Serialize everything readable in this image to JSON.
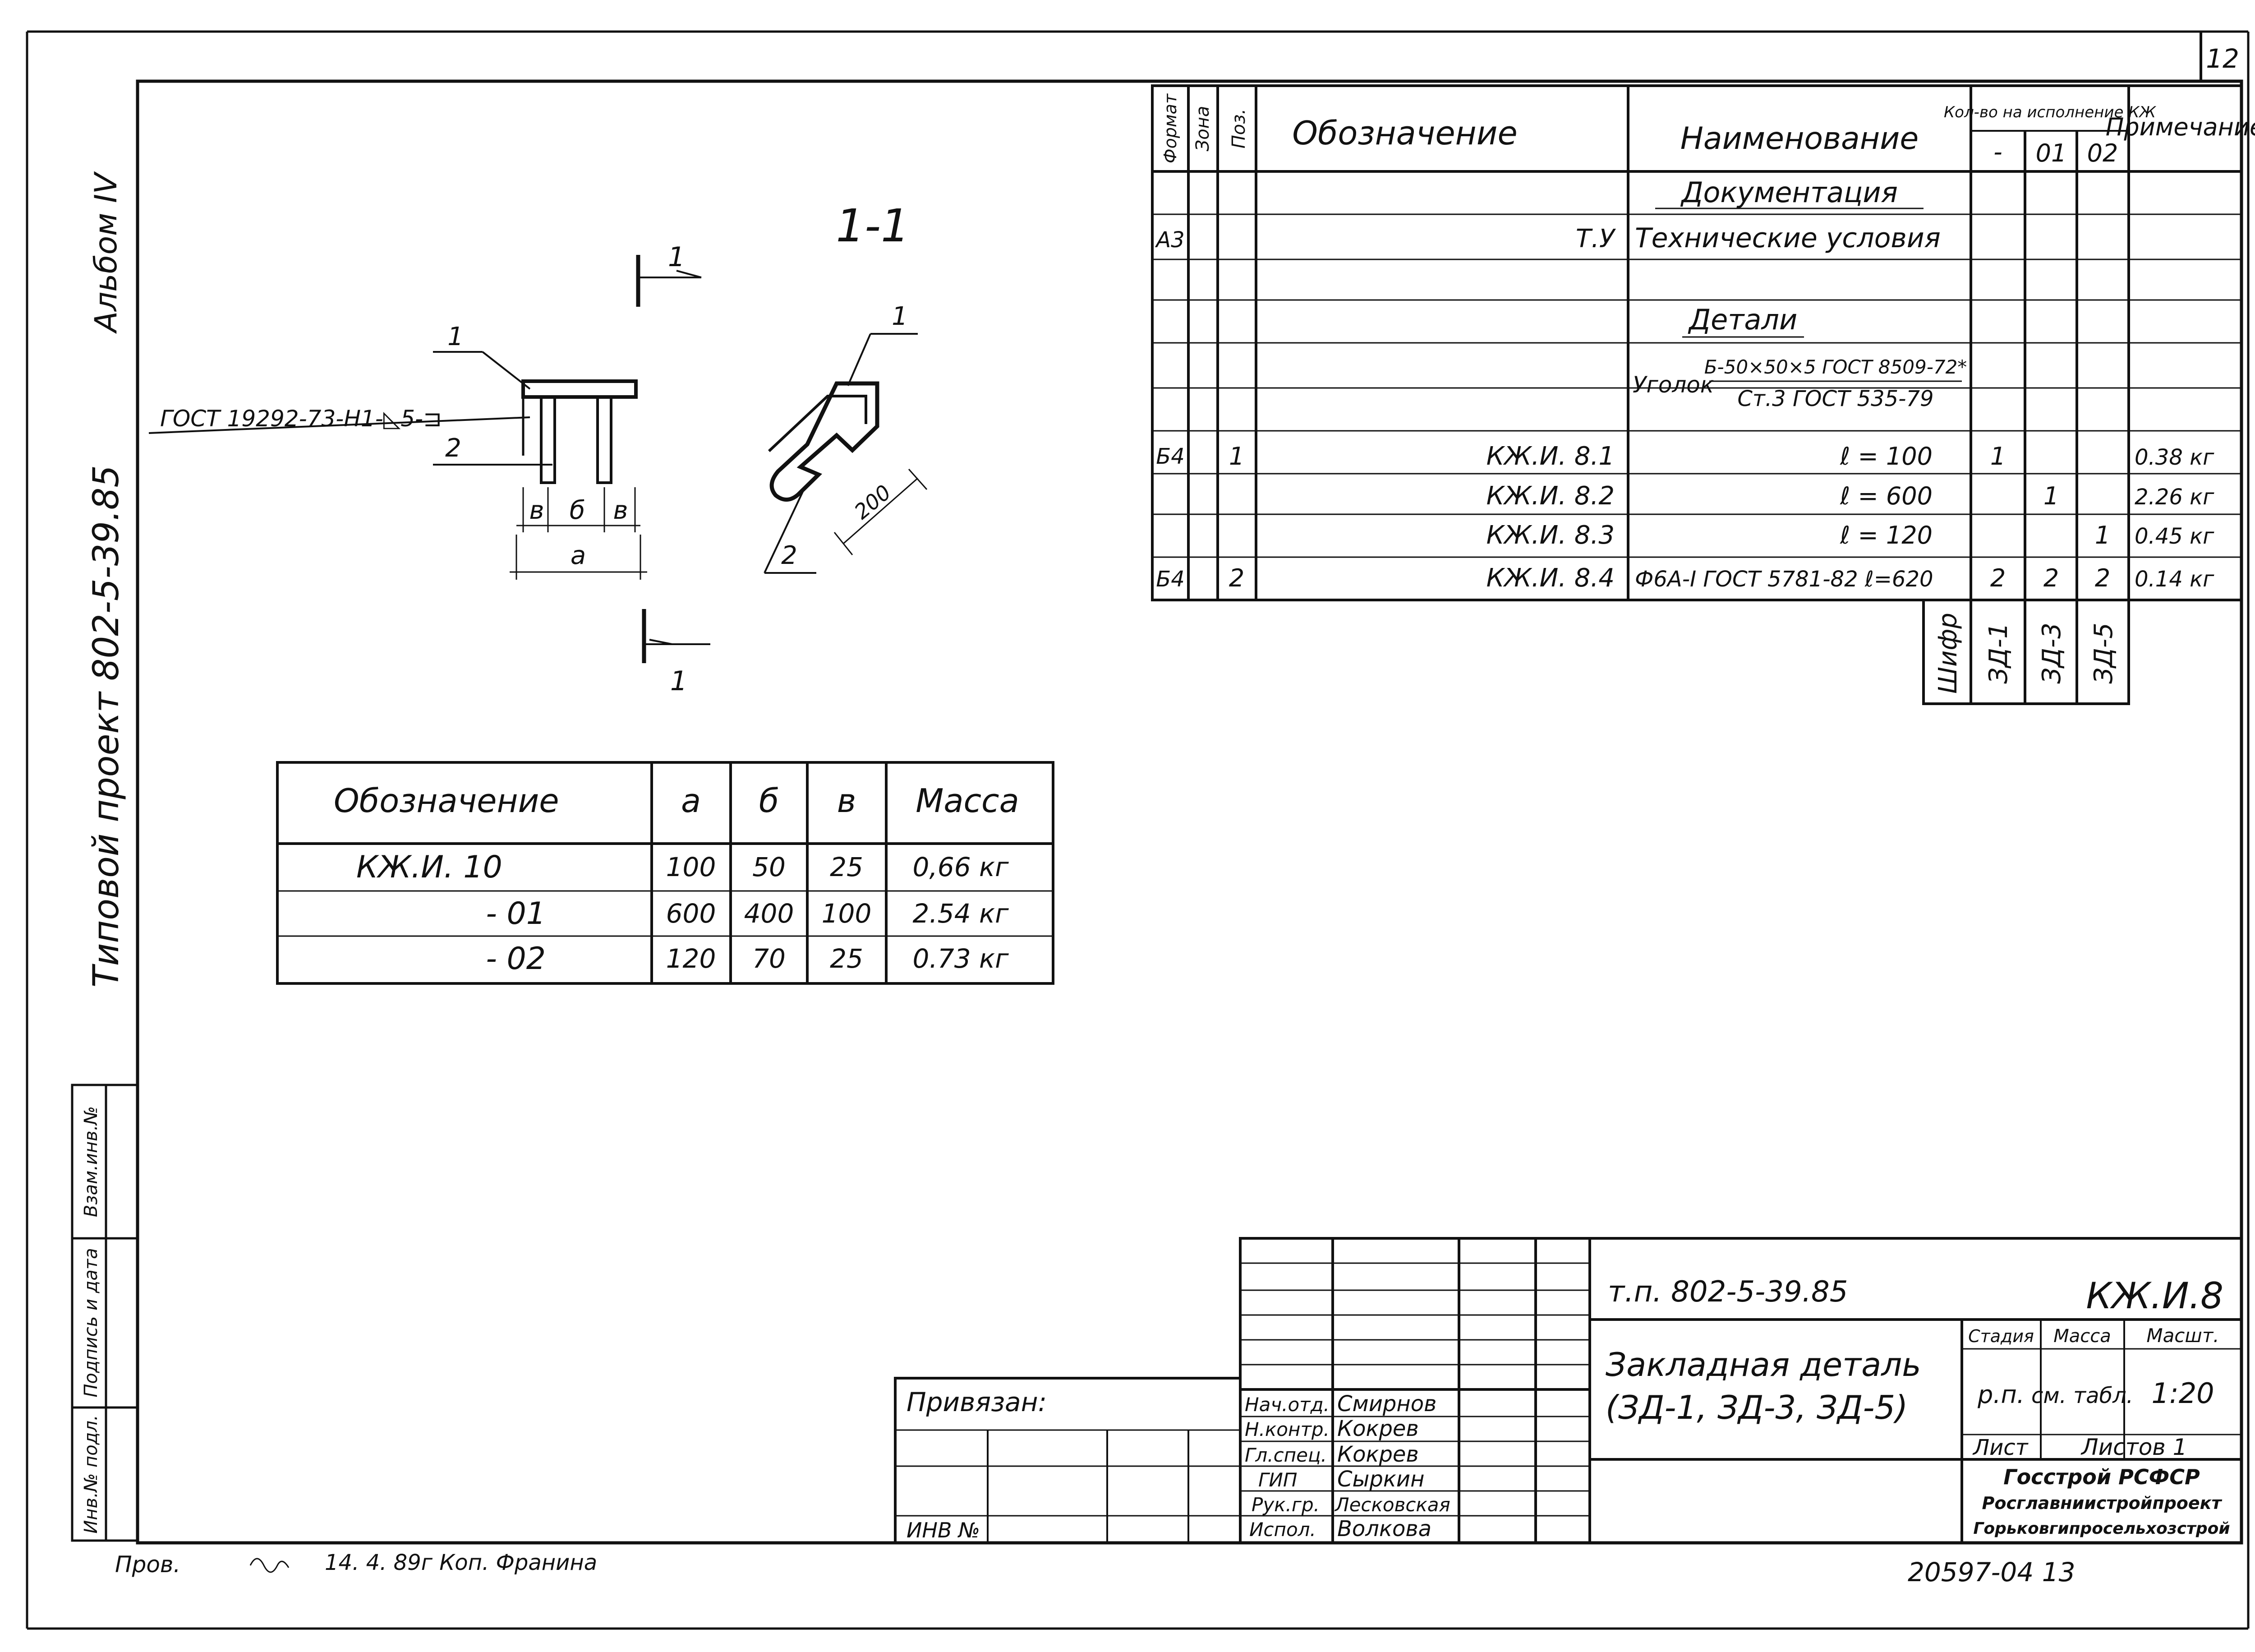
{
  "sheet": {
    "page_number": "12",
    "side_album": "Альбом IV",
    "side_project": "Типовой проект 802-5-39.85",
    "side_stamp": [
      "Инв.№ подл.",
      "Подпись и дата",
      "Взам.инв.№"
    ]
  },
  "section": {
    "title": "1-1",
    "cut_label": "1"
  },
  "drawing": {
    "weld_note": "ГОСТ 19292-73-Н1-◺5-⊐",
    "leader_1": "1",
    "leader_2": "2",
    "dim_v": "в",
    "dim_b": "б",
    "dim_a": "а",
    "dim_200": "200"
  },
  "spec_table": {
    "headers": {
      "format": "Формат",
      "zone": "Зона",
      "pos": "Поз.",
      "designation": "Обозначение",
      "name": "Наименование",
      "qty": "Кол-во на исполнение КЖ",
      "col_dash": "-",
      "col_01": "01",
      "col_02": "02",
      "note": "Примечание"
    },
    "rows": [
      {
        "format": "",
        "pos": "",
        "designation": "",
        "name": "Документация",
        "q1": "",
        "q2": "",
        "q3": "",
        "note": ""
      },
      {
        "format": "А3",
        "pos": "",
        "designation": "Т.У",
        "name": "Технические условия",
        "q1": "",
        "q2": "",
        "q3": "",
        "note": ""
      },
      {
        "format": "",
        "pos": "",
        "designation": "",
        "name": "",
        "q1": "",
        "q2": "",
        "q3": "",
        "note": ""
      },
      {
        "format": "",
        "pos": "",
        "designation": "",
        "name": "Детали",
        "q1": "",
        "q2": "",
        "q3": "",
        "note": ""
      },
      {
        "format": "",
        "pos": "",
        "designation": "",
        "name": "",
        "q1": "",
        "q2": "",
        "q3": "",
        "note": ""
      },
      {
        "format": "",
        "pos": "",
        "designation": "",
        "name": "",
        "q1": "",
        "q2": "",
        "q3": "",
        "note": ""
      },
      {
        "format": "Б4",
        "pos": "1",
        "designation": "КЖ.И. 8.1",
        "name": "ℓ = 100",
        "q1": "1",
        "q2": "",
        "q3": "",
        "note": "0.38 кг"
      },
      {
        "format": "",
        "pos": "",
        "designation": "КЖ.И. 8.2",
        "name": "ℓ = 600",
        "q1": "",
        "q2": "1",
        "q3": "",
        "note": "2.26 кг"
      },
      {
        "format": "",
        "pos": "",
        "designation": "КЖ.И. 8.3",
        "name": "ℓ = 120",
        "q1": "",
        "q2": "",
        "q3": "1",
        "note": "0.45 кг"
      },
      {
        "format": "Б4",
        "pos": "2",
        "designation": "КЖ.И. 8.4",
        "name": "Ф6А-I ГОСТ 5781-82 ℓ=620",
        "q1": "2",
        "q2": "2",
        "q3": "2",
        "note": "0.14 кг"
      }
    ],
    "angle": {
      "label": "Уголок",
      "top": "Б-50×50×5 ГОСТ 8509-72*",
      "bottom": "Ст.3 ГОСТ 535-79"
    },
    "shifr": {
      "label": "Шифр",
      "codes": [
        "ЗД-1",
        "ЗД-3",
        "ЗД-5"
      ]
    }
  },
  "dims_table": {
    "headers": [
      "Обозначение",
      "а",
      "б",
      "в",
      "Масса"
    ],
    "rows": [
      [
        "КЖ.И. 10",
        "100",
        "50",
        "25",
        "0,66 кг"
      ],
      [
        "- 01",
        "600",
        "400",
        "100",
        "2.54 кг"
      ],
      [
        "- 02",
        "120",
        "70",
        "25",
        "0.73 кг"
      ]
    ]
  },
  "title_block": {
    "bound": "Привязан:",
    "inv": "ИНВ №",
    "signers": [
      {
        "role": "Нач.отд.",
        "name": "Смирнов"
      },
      {
        "role": "Н.контр.",
        "name": "Кокрев"
      },
      {
        "role": "Гл.спец.",
        "name": "Кокрев"
      },
      {
        "role": "ГИП",
        "name": "Сыркин"
      },
      {
        "role": "Рук.гр.",
        "name": "Лесковская"
      },
      {
        "role": "Испол.",
        "name": "Волкова"
      }
    ],
    "project_code": "т.п. 802-5-39.85",
    "doc_code": "КЖ.И.8",
    "title_line1": "Закладная деталь",
    "title_line2": "(ЗД-1, ЗД-3, ЗД-5)",
    "stage_label": "Стадия",
    "mass_label": "Масса",
    "scale_label": "Масшт.",
    "stage": "р.п.",
    "mass": "см. табл.",
    "scale": "1:20",
    "sheet_label": "Лист",
    "sheets_label": "Листов 1",
    "org1": "Госстрой РСФСР",
    "org2": "Росглавниистройпроект",
    "org3": "Горьковгипросельхозстрой"
  },
  "footer": {
    "checked": "Пров.",
    "check_note": "14. 4. 89г  Коп. Франина",
    "sheet_code": "20597-04  13"
  }
}
